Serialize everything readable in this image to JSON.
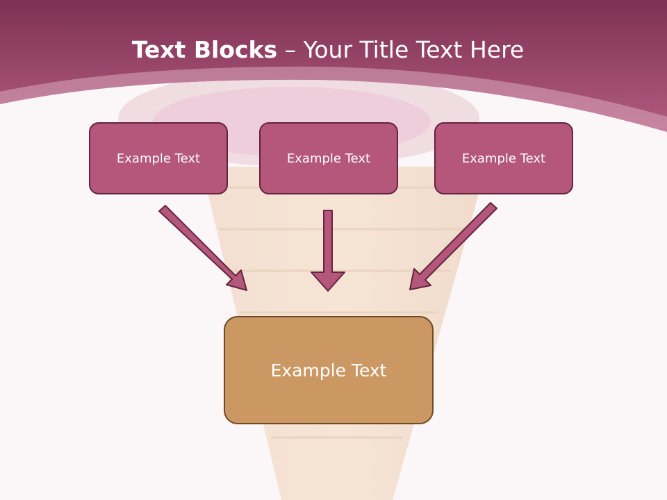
{
  "title": {
    "bold": "Text Blocks",
    "rest": " – Your Title Text Here"
  },
  "boxes": {
    "top_left": "Example Text",
    "top_center": "Example Text",
    "top_right": "Example Text",
    "bottom": "Example Text"
  },
  "colors": {
    "header": "#a54a72",
    "box": "#b4577a",
    "box_border": "#63243f",
    "arrow": "#b4577a",
    "bottom_box": "#cb9763"
  }
}
